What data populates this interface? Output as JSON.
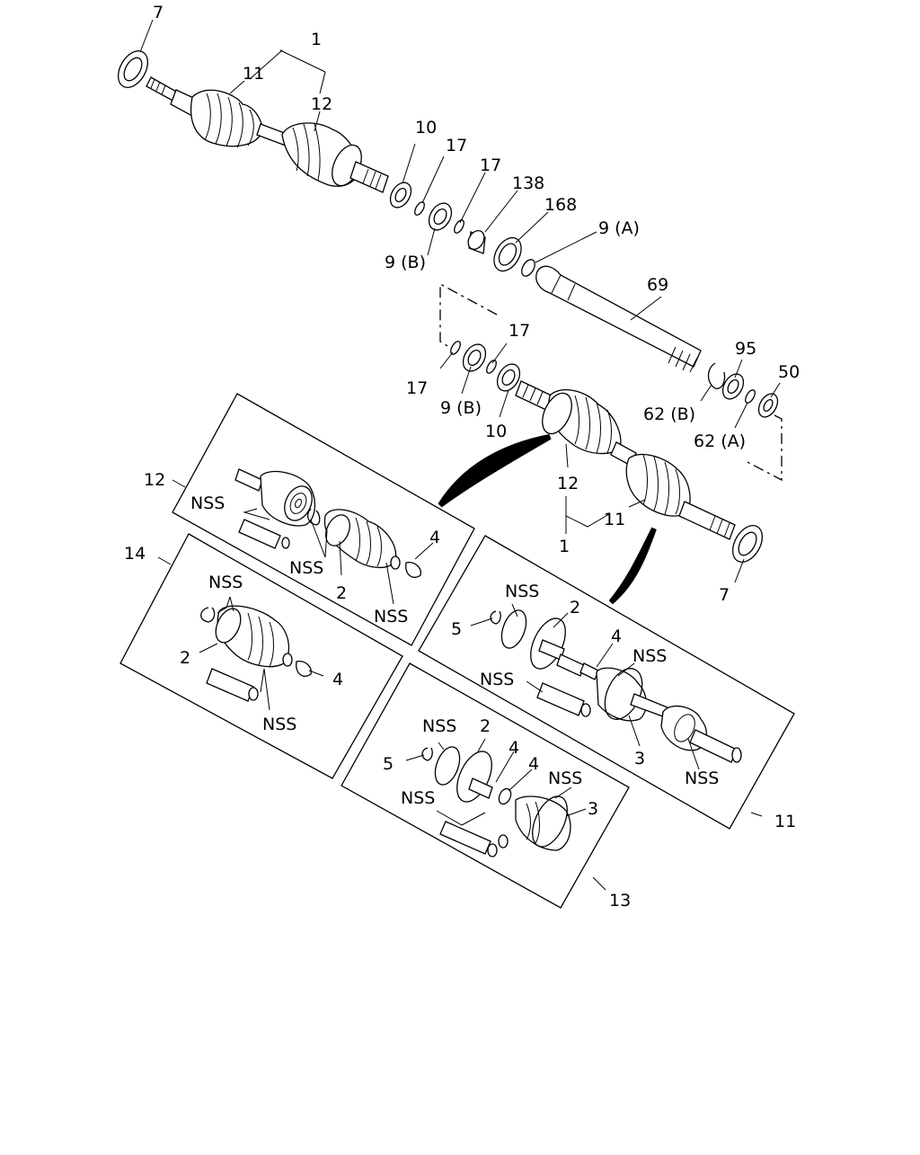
{
  "callouts": {
    "top_7": "7",
    "top_1": "1",
    "top_11": "11",
    "top_12": "12",
    "top_10": "10",
    "top_17a": "17",
    "top_17b": "17",
    "top_138": "138",
    "top_168": "168",
    "top_9a": "9 (A)",
    "top_9b": "9 (B)",
    "top_69": "69",
    "mid_17a": "17",
    "mid_17b": "17",
    "mid_9b": "9 (B)",
    "mid_10": "10",
    "mid_95": "95",
    "mid_50": "50",
    "mid_62b": "62 (B)",
    "mid_62a": "62 (A)",
    "mid_12": "12",
    "mid_11": "11",
    "mid_1": "1",
    "mid_7": "7",
    "box12_label": "12",
    "box12_nss_a": "NSS",
    "box12_nss_b": "NSS",
    "box12_nss_c": "NSS",
    "box12_2": "2",
    "box12_4": "4",
    "box14_label": "14",
    "box14_nss_a": "NSS",
    "box14_nss_b": "NSS",
    "box14_2": "2",
    "box14_4": "4",
    "box11_nss_a": "NSS",
    "box11_nss_b": "NSS",
    "box11_nss_c": "NSS",
    "box11_nss_d": "NSS",
    "box11_5": "5",
    "box11_2": "2",
    "box11_4": "4",
    "box11_3": "3",
    "box11_label": "11",
    "box13_nss_a": "NSS",
    "box13_nss_b": "NSS",
    "box13_nss_c": "NSS",
    "box13_5": "5",
    "box13_2": "2",
    "box13_4a": "4",
    "box13_4b": "4",
    "box13_3": "3",
    "box13_label": "13"
  }
}
